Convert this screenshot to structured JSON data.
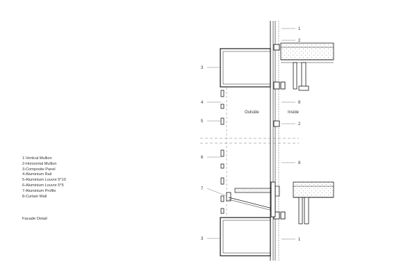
{
  "legend": {
    "items": [
      "1-Vertical Mullion",
      "2-Horizontal Mullion",
      "3-Composite Panel",
      "4-Aluminium Rail",
      "5-Aluminium Louvre 5*10",
      "6-Aluminium Louvre 5*5",
      "7-Aluminium Profile",
      "8-Curtain Wall"
    ]
  },
  "caption": "Facade Detail",
  "zones": {
    "outside": "Outside",
    "inside": "Inside"
  },
  "callouts": {
    "c1_top": "1",
    "c2_top": "2",
    "c3_top": "3",
    "c8_top": "8",
    "c4": "4",
    "c5": "5",
    "c2_mid": "2",
    "c6": "6",
    "c8_bottom": "8",
    "c7": "7",
    "c3_bottom": "3",
    "c1_bottom": "1"
  },
  "colors": {
    "line": "#1a1a1a",
    "thin": "#777777",
    "hatch": "#999999"
  }
}
